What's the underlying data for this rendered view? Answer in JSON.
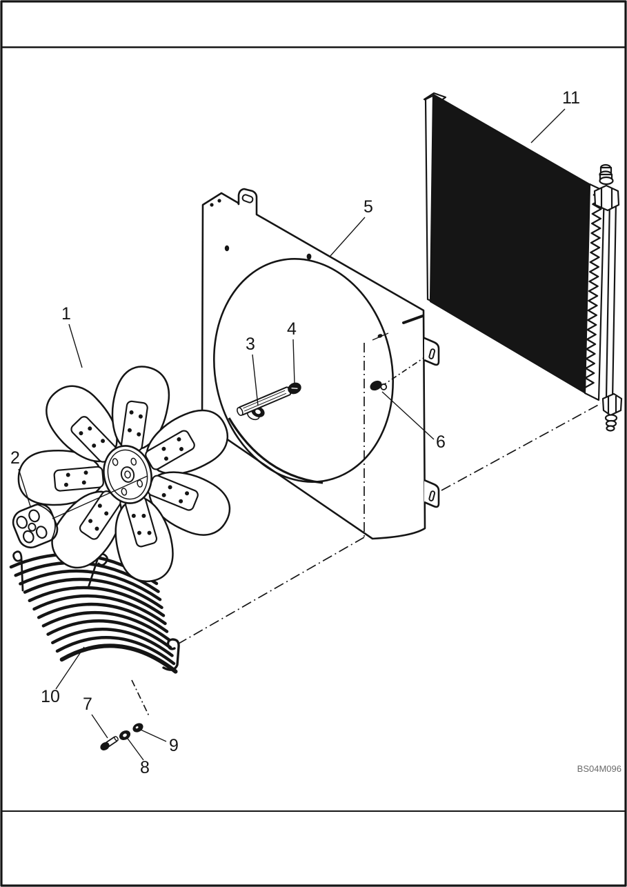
{
  "page": {
    "figure_code": "BS04M096",
    "ink_color": "#151515",
    "figure_code_color": "#6a6a6a",
    "background_color": "#ffffff"
  },
  "callouts": [
    {
      "label": "1"
    },
    {
      "label": "2"
    },
    {
      "label": "3"
    },
    {
      "label": "4"
    },
    {
      "label": "5"
    },
    {
      "label": "6"
    },
    {
      "label": "7"
    },
    {
      "label": "8"
    },
    {
      "label": "9"
    },
    {
      "label": "10"
    },
    {
      "label": "11"
    }
  ]
}
